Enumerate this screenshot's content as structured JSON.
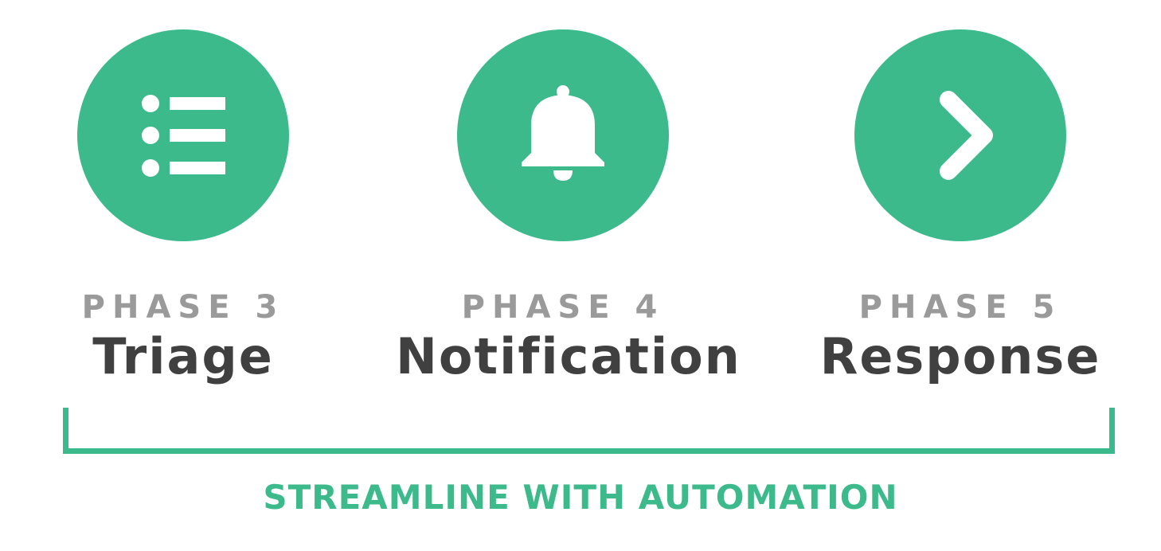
{
  "colors": {
    "accent": "#3dba8c",
    "label": "#9a9a9a",
    "title": "#404040"
  },
  "phases": [
    {
      "label": "PHASE 3",
      "title": "Triage",
      "icon": "list-icon"
    },
    {
      "label": "PHASE 4",
      "title": "Notification",
      "icon": "bell-icon"
    },
    {
      "label": "PHASE 5",
      "title": "Response",
      "icon": "chevron-right-icon"
    }
  ],
  "footer": "STREAMLINE WITH AUTOMATION"
}
